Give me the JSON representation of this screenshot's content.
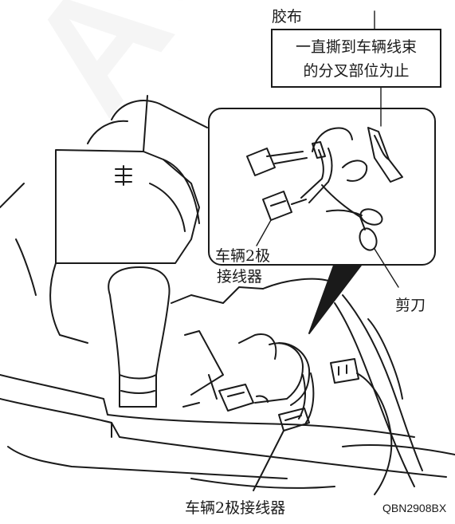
{
  "labels": {
    "tape": "胶布",
    "instruction_line1": "一直撕到车辆线束",
    "instruction_line2": "的分叉部位为止",
    "connector_inset_line1": "车辆2极",
    "connector_inset_line2": "接线器",
    "scissors": "剪刀",
    "connector_bottom": "车辆2极接线器",
    "figure_code": "QBN2908BX",
    "watermark": "ACC"
  }
}
